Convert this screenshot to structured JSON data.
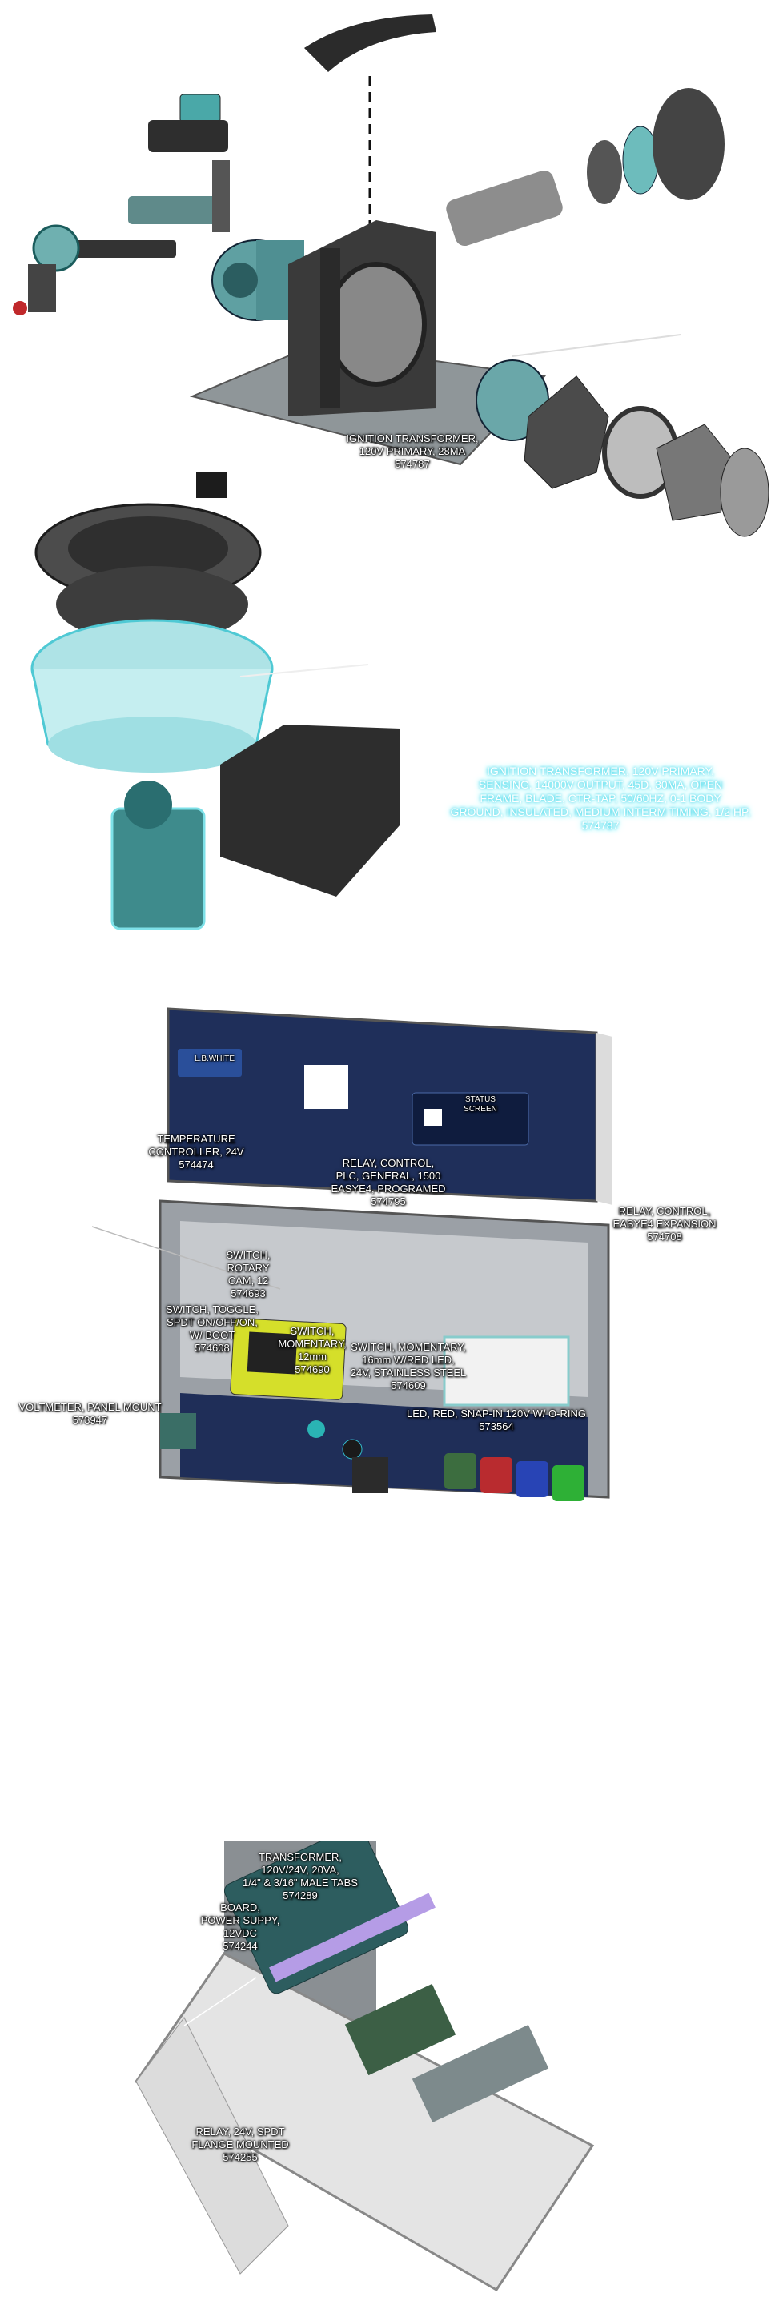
{
  "section1": {
    "labels": {
      "ignition_transformer": "IGNITION TRANSFORMER,\n120V PRIMARY, 28MA\n574787"
    },
    "glow_note": "IGNITION TRANSFORMER, 120V PRIMARY,\nSENSING, 14000V OUTPUT, 45D, 30MA, OPEN\nFRAME, BLADE, CTR-TAP, 50/60HZ, 0-1 BODY\nGROUND, INSULATED, MEDIUM INTERM TIMING, 1/2 HP, 574787"
  },
  "section2": {
    "brand": "L.B.WHITE",
    "status_screen": "STATUS\nSCREEN",
    "labels": {
      "temperature_controller": "TEMPERATURE\nCONTROLLER, 24V\n574474",
      "relay_control_plc": "RELAY, CONTROL,\nPLC, GENERAL, 1500\nEASYE4, PROGRAMED\n574795",
      "relay_control_expansion": "RELAY, CONTROL,\nEASYE4 EXPANSION\n574708",
      "switch_rotary_cam": "SWITCH,\nROTARY\nCAM, 12\n574693",
      "switch_toggle": "SWITCH, TOGGLE,\nSPDT ON/OFF/ON,\nW/ BOOT\n574608",
      "switch_momentary_12mm": "SWITCH,\nMOMENTARY,\n12mm\n574690",
      "switch_momentary_16mm": "SWITCH, MOMENTARY,\n16mm W/RED LED,\n24V, STAINLESS STEEL\n574609",
      "voltmeter": "VOLTMETER, PANEL MOUNT\n573947",
      "led_red": "LED, RED, SNAP-IN 120V W/ O-RING\n573564"
    }
  },
  "section3": {
    "labels": {
      "transformer": "TRANSFORMER,\n120V/24V, 20VA,\n1/4\" & 3/16\" MALE TABS\n574289",
      "board_power_supply": "BOARD,\nPOWER SUPPY,\n12VDC\n574244",
      "relay_24v": "RELAY, 24V, SPDT\nFLANGE MOUNTED\n574255"
    }
  }
}
